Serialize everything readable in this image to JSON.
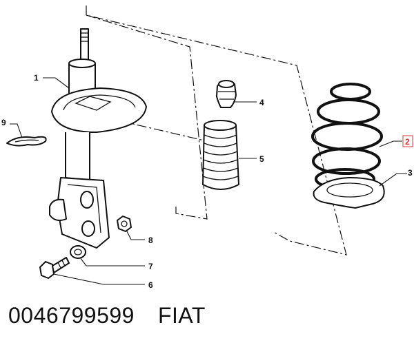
{
  "diagram": {
    "callouts": [
      "1",
      "2",
      "3",
      "4",
      "5",
      "6",
      "7",
      "8",
      "9"
    ],
    "highlight_color": "#d33a3a",
    "line_color": "#111111"
  },
  "caption": {
    "part_number": "0046799599",
    "brand": "FIAT"
  }
}
